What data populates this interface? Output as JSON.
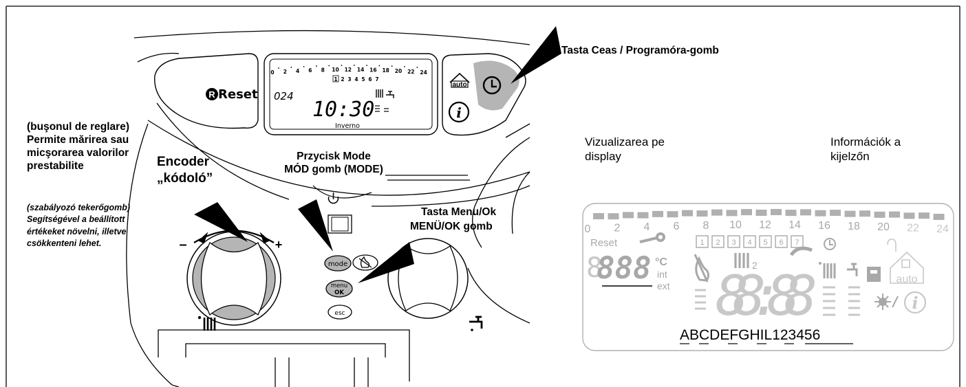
{
  "panel": {
    "reset_button": "Reset",
    "auto_label": "auto",
    "lcd": {
      "scale_hours": [
        "0",
        "2",
        "4",
        "6",
        "8",
        "10",
        "12",
        "14",
        "16",
        "18",
        "20",
        "22",
        "24"
      ],
      "days": [
        "1",
        "2",
        "3",
        "4",
        "5",
        "6",
        "7"
      ],
      "value": "024",
      "time": "10:30",
      "season": "Inverno"
    },
    "buttons": {
      "mode": "mode",
      "menu_ok": "menu\nOK",
      "esc": "esc"
    },
    "encoder_minus": "–",
    "encoder_plus": "+"
  },
  "callouts": {
    "clock_key": "Tasta Ceas / Programóra-gomb",
    "encoder_ro_bold": "(buşonul de reglare)\nPermite mărirea sau\nmicşorarea valorilor\nprestabilite",
    "encoder_hu_italic": "(szabályozó tekerőgomb)\nSegítségével a beállított\nértékeket növelni, illetve\ncsökkenteni lehet.",
    "encoder_title": "Encoder\n„kódoló”",
    "mode_key": "Przycisk Mode\nMÓD gomb (MODE)",
    "menu_key": "Tasta Menu/Ok\nMENÜ/OK gomb",
    "display_ro": "Vizualizarea pe\ndisplay",
    "display_hu": "Információk a\nkijelzőn"
  },
  "display": {
    "hours": [
      "0",
      "2",
      "4",
      "6",
      "8",
      "10",
      "12",
      "14",
      "16",
      "18",
      "20",
      "22",
      "24"
    ],
    "reset": "Reset",
    "days": [
      "1",
      "2",
      "3",
      "4",
      "5",
      "6",
      "7"
    ],
    "big_value": "888",
    "small_digit": "8",
    "unit_c": "°C",
    "unit_int": "int",
    "unit_ext": "ext",
    "clock": "88:88",
    "heat_level": "2",
    "auto": "auto",
    "info": "i",
    "letters": "ABCDEFGHIL123456"
  },
  "icons": [
    "reset-icon",
    "house-auto-icon",
    "clock-icon",
    "info-icon",
    "standby-icon",
    "radiator-icon",
    "tap-icon",
    "flame-icon",
    "wrench-icon",
    "snowflake-sun-icon"
  ],
  "colors": {
    "lcd_gray": "#a8a8a8",
    "lcd_light": "#c8c8c8",
    "key_gray": "#b5b5b5"
  }
}
